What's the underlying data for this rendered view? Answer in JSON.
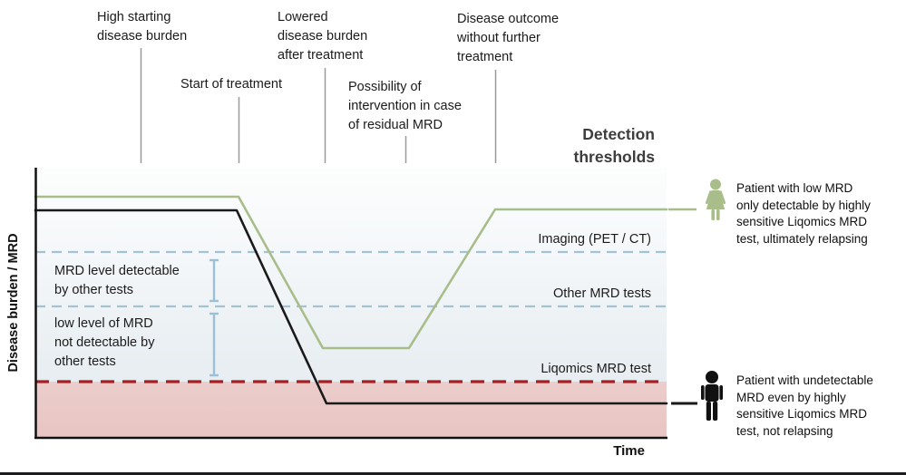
{
  "colors": {
    "series_relapsing": "#a9bd8a",
    "series_not_relapsing": "#1a1a1a",
    "threshold_blue": "#a3c2d4",
    "threshold_red": "#a81e22",
    "below_threshold_fill": "#eacac8",
    "leader_gray": "#9a9a9a",
    "ibar_blue": "#9cc0d6"
  },
  "axes": {
    "y_label": "Disease burden / MRD",
    "x_label": "Time"
  },
  "heading": {
    "detection_thresholds": "Detection\nthresholds"
  },
  "top_annotations": [
    {
      "id": "high-starting-burden",
      "text": "High starting\ndisease burden"
    },
    {
      "id": "start-of-treatment",
      "text": "Start of treatment"
    },
    {
      "id": "lowered-burden",
      "text": "Lowered\ndisease burden\nafter treatment"
    },
    {
      "id": "possibility-intervention",
      "text": "Possibility of\nintervention in case\nof residual MRD"
    },
    {
      "id": "disease-outcome",
      "text": "Disease outcome\nwithout further\ntreatment"
    }
  ],
  "bracket_labels": [
    {
      "text": "MRD level detectable\nby other tests"
    },
    {
      "text": "low level of MRD\nnot detectable by\nother tests"
    }
  ],
  "patients": [
    {
      "text": "Patient with low MRD\nonly detectable by highly\nsensitive Liqomics MRD\ntest, ultimately relapsing"
    },
    {
      "text": "Patient with undetectable\nMRD even by highly\nsensitive Liqomics MRD\ntest, not relapsing"
    }
  ],
  "chart_data": {
    "type": "line",
    "title": "Disease burden / MRD over time versus detection thresholds",
    "xlabel": "Time",
    "ylabel": "Disease burden / MRD",
    "plot": {
      "x0": 39,
      "x1": 735,
      "y0": 185,
      "y1": 483
    },
    "thresholds": [
      {
        "label": "Imaging (PET / CT)",
        "y": 278,
        "color": "#a3c2d4",
        "width": 2.2,
        "dash": "11 7"
      },
      {
        "label": "Other MRD tests",
        "y": 338,
        "color": "#a3c2d4",
        "width": 2.2,
        "dash": "11 7"
      },
      {
        "label": "Liqomics MRD test",
        "y": 421,
        "color": "#a81e22",
        "width": 3.2,
        "dash": "15 9"
      }
    ],
    "series": [
      {
        "name": "Patient with low MRD, ultimately relapsing",
        "color": "#a9bd8a",
        "width": 2.6,
        "points": [
          [
            39,
            217
          ],
          [
            263,
            217
          ],
          [
            356,
            384
          ],
          [
            451,
            384
          ],
          [
            546,
            231
          ],
          [
            735,
            231
          ]
        ]
      },
      {
        "name": "Patient with undetectable MRD, not relapsing",
        "color": "#1a1a1a",
        "width": 2.6,
        "points": [
          [
            39,
            232
          ],
          [
            261,
            232
          ],
          [
            360,
            445
          ],
          [
            735,
            445
          ]
        ]
      }
    ],
    "legend_position": "right",
    "grid": false
  }
}
